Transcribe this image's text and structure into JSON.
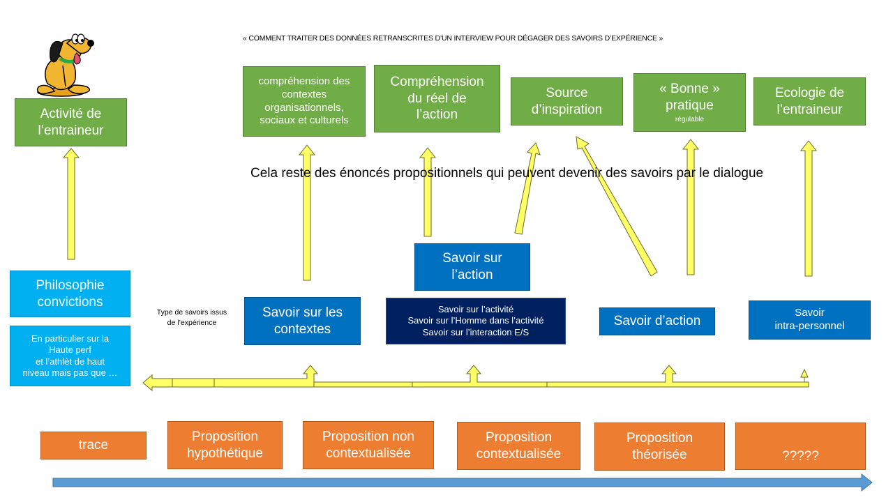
{
  "title": "« COMMENT TRAITER DES DONNÉES RETRANSCRITES D’UN INTERVIEW POUR DÉGAGER DES SAVOIRS D’EXPÉRIENCE »",
  "middle_statement": "Cela reste des énoncés propositionnels qui peuvent devenir des savoirs par le dialogue",
  "type_label": [
    "Type de savoirs issus",
    "de l’expérience"
  ],
  "left": {
    "activity": [
      "Activité de",
      "l’entraineur"
    ],
    "philosophy": [
      "Philosophie",
      "convictions"
    ],
    "detail": [
      "En particulier sur la",
      "Haute perf",
      "et l’athlèt de haut",
      "niveau mais pas que …"
    ]
  },
  "top_boxes": [
    {
      "lines": [
        "compréhension des",
        "contextes",
        "organisationnels,",
        "sociaux et culturels"
      ]
    },
    {
      "lines": [
        "Compréhension",
        "du réel de",
        "l’action"
      ]
    },
    {
      "lines": [
        "Source",
        "d’inspiration"
      ]
    },
    {
      "lines": [
        "« Bonne »",
        "pratique"
      ],
      "note": "régulable"
    },
    {
      "lines": [
        "Ecologie de",
        "l’entraineur"
      ]
    }
  ],
  "savoir_action_top": [
    "Savoir sur",
    "l’action"
  ],
  "savoir_boxes": {
    "contextes": [
      "Savoir  sur les",
      "contextes"
    ],
    "activite": [
      "Savoir sur l’activité",
      "Savoir sur l’Homme dans l’activité",
      "Savoir sur l’interaction E/S"
    ],
    "action": [
      "Savoir d’action"
    ],
    "intra": [
      "Savoir",
      "intra-personnel"
    ]
  },
  "stages": [
    "trace",
    "Proposition hypothétique",
    "Proposition non contextualisée",
    "Proposition contextualisée",
    "Proposition théorisée",
    "?????"
  ],
  "colors": {
    "green": "#70ad47",
    "blue": "#0070c0",
    "light_blue": "#00b0f0",
    "navy": "#002060",
    "orange": "#ed7d31",
    "arrow_yellow": "#ffff66",
    "timeline_blue": "#5b9bd5"
  },
  "icons": [
    "dog-mascot-icon"
  ]
}
